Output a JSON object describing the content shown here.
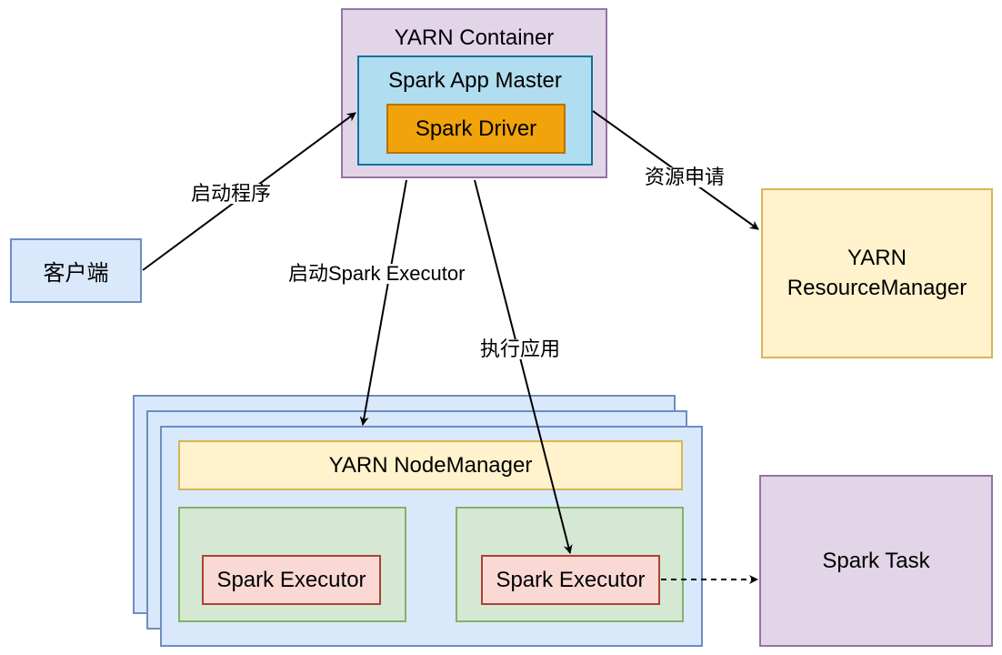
{
  "nodes": {
    "yarn_container": "YARN Container",
    "spark_app_master": "Spark App Master",
    "spark_driver": "Spark Driver",
    "client": "客户端",
    "resource_manager": "YARN\nResourceManager",
    "node_manager": "YARN NodeManager",
    "executor_left": "Spark Executor",
    "executor_right": "Spark Executor",
    "spark_task": "Spark Task"
  },
  "edges": {
    "start_program": "启动程序",
    "resource_request": "资源申请",
    "start_executor": "启动Spark Executor",
    "execute_app": "执行应用"
  },
  "colors": {
    "purple_fill": "#e1d5e7",
    "purple_stroke": "#9673a6",
    "blue_fill": "#dae8fc",
    "blue_stroke": "#6c8ebf",
    "cyan_fill": "#b1ddf0",
    "cyan_stroke": "#10739e",
    "orange_fill": "#f0a30a",
    "orange_stroke": "#bd7000",
    "yellow_fill": "#fff2cc",
    "yellow_stroke": "#d6b656",
    "green_fill": "#d5e8d4",
    "green_stroke": "#82b366",
    "red_fill": "#fad9d5",
    "red_stroke": "#ae4132"
  }
}
